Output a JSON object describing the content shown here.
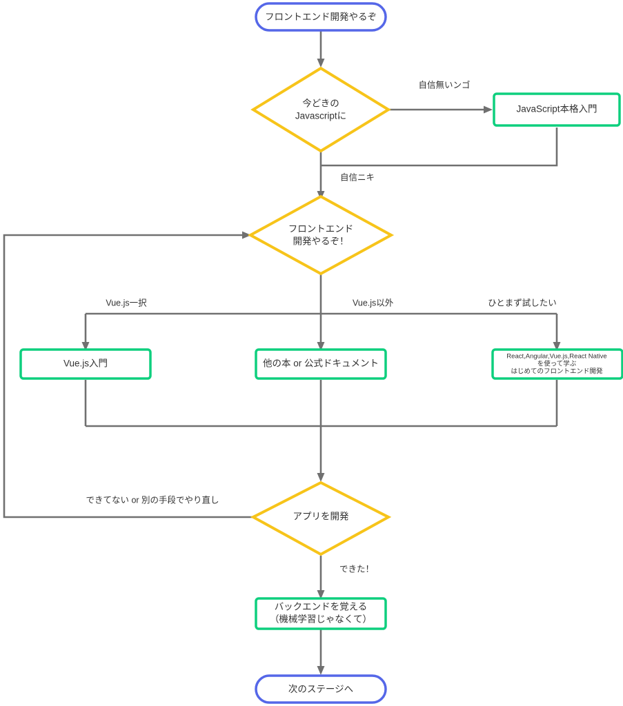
{
  "diagram": {
    "title": "フロントエンド開発フローチャート",
    "type": "flowchart",
    "colors": {
      "terminal_border": "#5567e8",
      "process_border": "#0ecf7e",
      "decision_border": "#f7c41a",
      "edge": "#707070",
      "text": "#333333",
      "background": "#ffffff"
    },
    "nodes": [
      {
        "id": "start",
        "shape": "stadium",
        "lines": [
          "フロントエンド開発やるぞ"
        ],
        "line1": "フロントエンド開発やるぞ"
      },
      {
        "id": "decision-js",
        "shape": "diamond",
        "lines": [
          "今どきの",
          "Javascriptに"
        ],
        "line1": "今どきの",
        "line2": "Javascriptに"
      },
      {
        "id": "book-js",
        "shape": "rect",
        "lines": [
          "JavaScript本格入門"
        ],
        "line1": "JavaScript本格入門"
      },
      {
        "id": "decision-frontend",
        "shape": "diamond",
        "lines": [
          "フロントエンド",
          "開発やるぞ！"
        ],
        "line1": "フロントエンド",
        "line2": "開発やるぞ！"
      },
      {
        "id": "book-vue",
        "shape": "rect",
        "lines": [
          "Vue.js入門"
        ],
        "line1": "Vue.js入門"
      },
      {
        "id": "book-other",
        "shape": "rect",
        "lines": [
          "他の本 or 公式ドキュメント"
        ],
        "line1": "他の本 or 公式ドキュメント"
      },
      {
        "id": "book-react",
        "shape": "rect",
        "lines": [
          "React,Angular,Vue.js,React Native",
          "を使って学ぶ",
          "はじめてのフロントエンド開発"
        ],
        "line1": "React,Angular,Vue.js,React Native",
        "line2": "を使って学ぶ",
        "line3": "はじめてのフロントエンド開発"
      },
      {
        "id": "decision-app",
        "shape": "diamond",
        "lines": [
          "アプリを開発"
        ],
        "line1": "アプリを開発"
      },
      {
        "id": "backend",
        "shape": "rect",
        "lines": [
          "バックエンドを覚える",
          "（機械学習じゃなくて）"
        ],
        "line1": "バックエンドを覚える",
        "line2": "（機械学習じゃなくて）"
      },
      {
        "id": "end",
        "shape": "stadium",
        "lines": [
          "次のステージへ"
        ],
        "line1": "次のステージへ"
      }
    ],
    "edges": [
      {
        "id": "e-start-js",
        "from": "start",
        "to": "decision-js",
        "label": ""
      },
      {
        "id": "e-js-book",
        "from": "decision-js",
        "to": "book-js",
        "label": "自信無いンゴ"
      },
      {
        "id": "e-js-frontend",
        "from": "decision-js",
        "to": "decision-frontend",
        "label": "自信ニキ"
      },
      {
        "id": "e-bookjs-frontend",
        "from": "book-js",
        "to": "decision-frontend",
        "label": ""
      },
      {
        "id": "e-frontend-vue",
        "from": "decision-frontend",
        "to": "book-vue",
        "label": "Vue.js一択"
      },
      {
        "id": "e-frontend-other",
        "from": "decision-frontend",
        "to": "book-other",
        "label": "Vue.js以外"
      },
      {
        "id": "e-frontend-react",
        "from": "decision-frontend",
        "to": "book-react",
        "label": "ひとまず試したい"
      },
      {
        "id": "e-books-app",
        "from": "books",
        "to": "decision-app",
        "label": ""
      },
      {
        "id": "e-app-retry",
        "from": "decision-app",
        "to": "decision-frontend",
        "label": "できてない or 別の手段でやり直し"
      },
      {
        "id": "e-app-backend",
        "from": "decision-app",
        "to": "backend",
        "label": "できた！"
      },
      {
        "id": "e-backend-end",
        "from": "backend",
        "to": "end",
        "label": ""
      }
    ],
    "edge_labels": {
      "no_confidence": "自信無いンゴ",
      "confidence": "自信ニキ",
      "vue_only": "Vue.js一択",
      "not_vue": "Vue.js以外",
      "try_first": "ひとまず試したい",
      "retry": "できてない or 別の手段でやり直し",
      "done": "できた！"
    }
  }
}
